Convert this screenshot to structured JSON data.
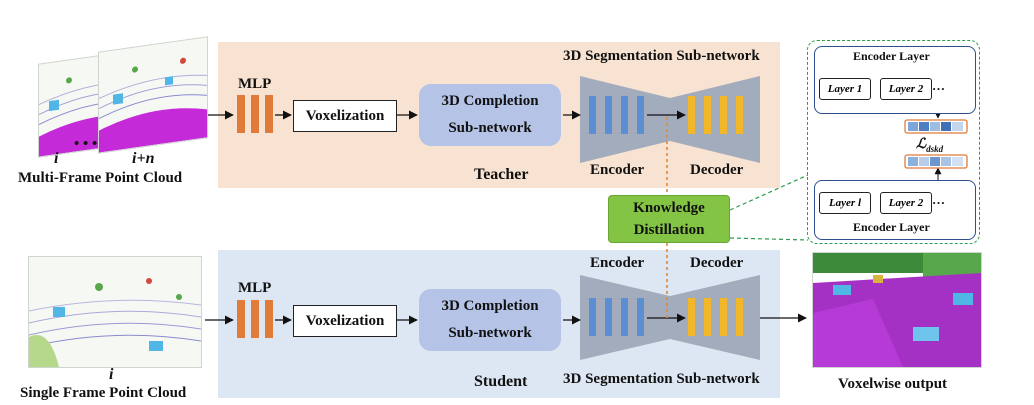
{
  "frames": {
    "multi_index_i": "i",
    "multi_dots": "• • •",
    "multi_index_in": "i+n",
    "multi_caption": "Multi-Frame Point Cloud",
    "single_index": "i",
    "single_caption": "Single Frame Point Cloud"
  },
  "teacher": {
    "mlp": "MLP",
    "voxelization": "Voxelization",
    "completion_line1": "3D Completion",
    "completion_line2": "Sub-network",
    "segmentation_title": "3D Segmentation Sub-network",
    "encoder": "Encoder",
    "decoder": "Decoder",
    "role": "Teacher"
  },
  "student": {
    "mlp": "MLP",
    "voxelization": "Voxelization",
    "completion_line1": "3D Completion",
    "completion_line2": "Sub-network",
    "segmentation_title": "3D Segmentation Sub-network",
    "encoder": "Encoder",
    "decoder": "Decoder",
    "role": "Student"
  },
  "distillation": {
    "line1": "Knowledge",
    "line2": "Distillation"
  },
  "inset": {
    "top_title": "Encoder Layer",
    "top_layer1": "Layer 1",
    "top_layer2": "Layer 2",
    "top_dots": "…",
    "loss_symbol": "ℒ",
    "loss_subscript": "dskd",
    "bottom_layer1": "Layer l",
    "bottom_layer2": "Layer 2",
    "bottom_dots": "…",
    "bottom_title": "Encoder Layer"
  },
  "output": {
    "caption": "Voxelwise output"
  },
  "colors": {
    "teacher_panel": "#f8e3d2",
    "student_panel": "#dde7f3",
    "mlp_bar": "#e07b39",
    "encoder_bar": "#5b8fd1",
    "decoder_bar": "#f2b82a",
    "completion": "#b4c3e6",
    "distillation": "#84c444",
    "segnet": "#a2acbc",
    "distill_line": "#e08a3a",
    "inset_border": "#2e9c4c"
  }
}
